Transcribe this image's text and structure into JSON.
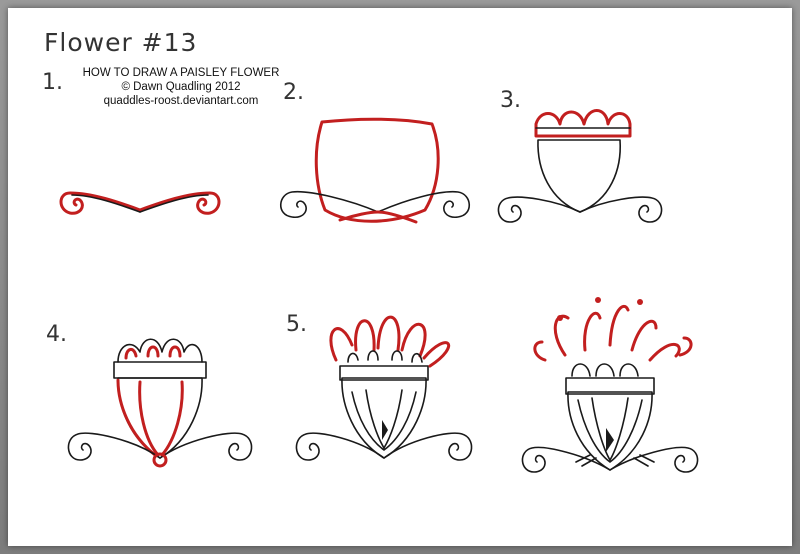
{
  "title": "Flower #13",
  "credit": {
    "line1": "HOW TO DRAW A PAISLEY FLOWER",
    "line2": "© Dawn Quadling 2012",
    "line3": "quaddles-roost.deviantart.com"
  },
  "steps": [
    "1.",
    "2.",
    "3.",
    "4.",
    "5."
  ],
  "colors": {
    "ink": "#1a1a1a",
    "accent": "#c21f1f",
    "paper": "#ffffff",
    "frame": "#8f8f8f"
  }
}
